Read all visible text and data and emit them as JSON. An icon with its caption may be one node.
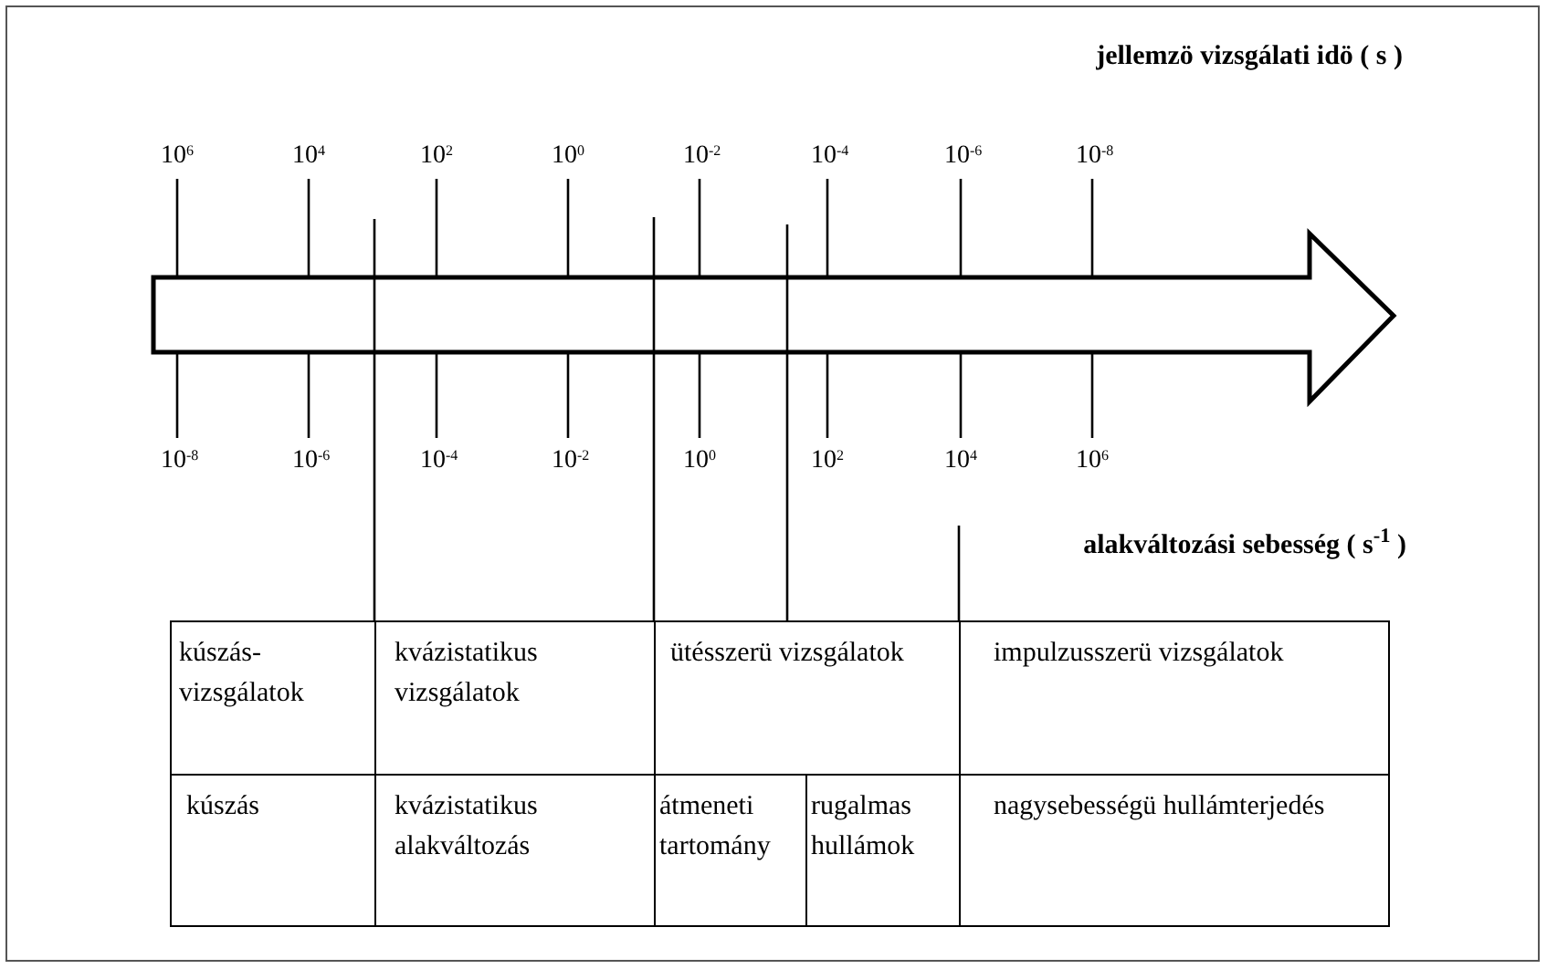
{
  "diagram": {
    "nodes": [
      {
        "text": [
          "kúszás- vizsgálatok"
        ]
      },
      {
        "text": [
          "kvázistatikus vizsgálatok"
        ]
      },
      {
        "text": [
          "ütésszerü vizsgálatok"
        ]
      },
      {
        "text": [
          "impulzusszerü vizsgálatok"
        ]
      },
      {
        "text": [
          "kúszás"
        ]
      },
      {
        "text": [
          "kvázistatikus alakváltozás"
        ]
      },
      {
        "text": [
          "átmeneti tartomány"
        ]
      },
      {
        "text": [
          "rugalmas hullámok"
        ]
      },
      {
        "text": [
          "nagysebességü hullámterjedés"
        ]
      }
    ],
    "labels": [
      "jellemzö vizsgálati idö ( s )",
      "10$^{6}$",
      "10$^{4}$",
      "10$^{2}$",
      "10$^{0}$",
      "10$^{-2}$",
      "10$^{-4}$",
      "10$^{-6}$",
      "10$^{-8}$",
      "10$^{-8}$",
      "10$^{-6}$",
      "10$^{-4}$",
      "10$^{-2}$",
      "10$^{0}$",
      "10$^{2}$",
      "10$^{4}$",
      "10$^{6}$",
      "alakváltozási sebesség ( s$^{-1}$ )"
    ]
  }
}
